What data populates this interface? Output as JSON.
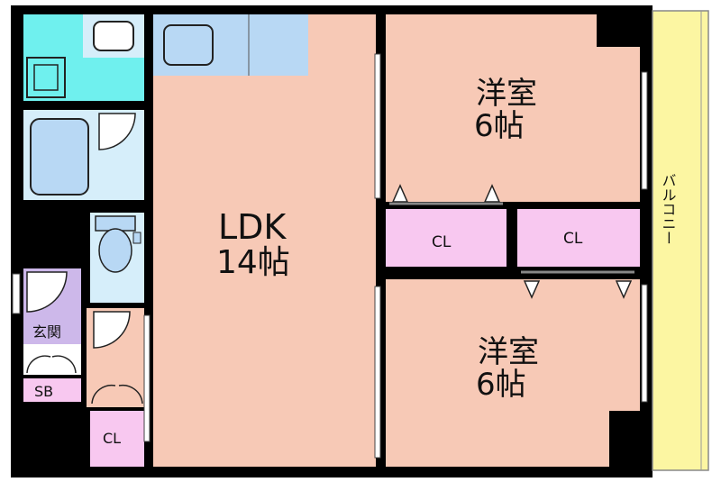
{
  "rooms": {
    "ldk": {
      "name": "LDK",
      "size": "14帖"
    },
    "western_room_1": {
      "name": "洋室",
      "size": "6帖"
    },
    "western_room_2": {
      "name": "洋室",
      "size": "6帖"
    },
    "closet_1": {
      "name": "CL"
    },
    "closet_2": {
      "name": "CL"
    },
    "closet_3": {
      "name": "CL"
    },
    "entrance": {
      "name": "玄関"
    },
    "shoe_box": {
      "name": "SB"
    },
    "balcony": {
      "name": "バルコニー"
    }
  },
  "colors": {
    "wall": "#000000",
    "living": "#f7c9b6",
    "water": "#6ff0ee",
    "bath": "#d6eefa",
    "kitchen": "#b8d8f4",
    "closet": "#f8c8f0",
    "entrance": "#cdb8ea",
    "balcony": "#fcf6a2"
  }
}
